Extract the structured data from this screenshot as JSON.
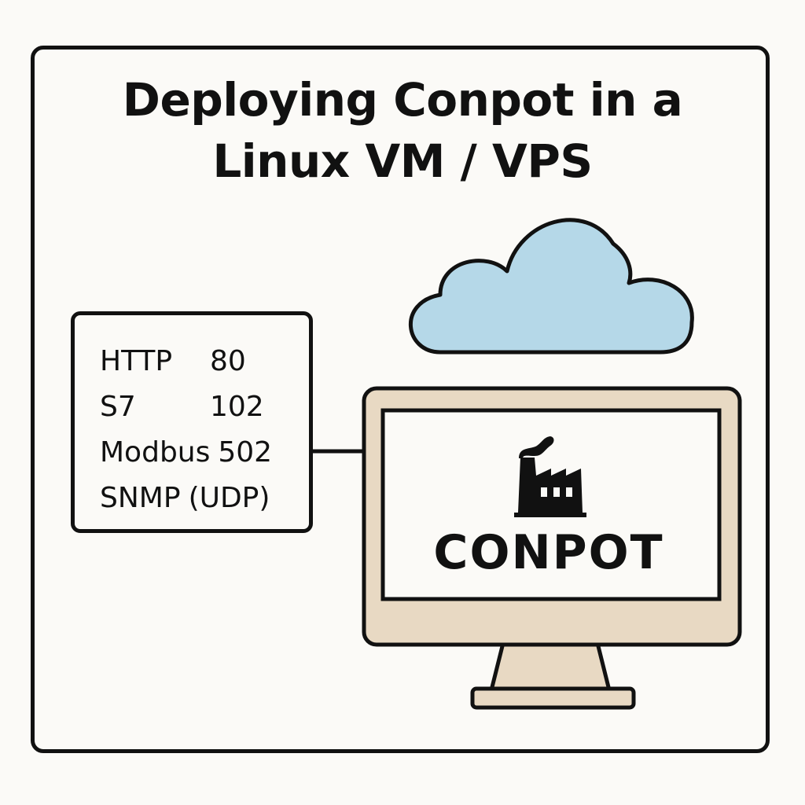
{
  "title_line1": "Deploying Conpot in a",
  "title_line2": "Linux VM / VPS",
  "ports": [
    {
      "name": "HTTP",
      "value": "80"
    },
    {
      "name": "S7",
      "value": "102"
    },
    {
      "name": "Modbus",
      "value": "502"
    },
    {
      "name": "SNMP",
      "value": "(UDP)"
    }
  ],
  "monitor_label": "CONPOT",
  "colors": {
    "cloud": "#b5d8e8",
    "monitor": "#e8d9c3",
    "outline": "#111111",
    "background": "#fbfaf7"
  }
}
